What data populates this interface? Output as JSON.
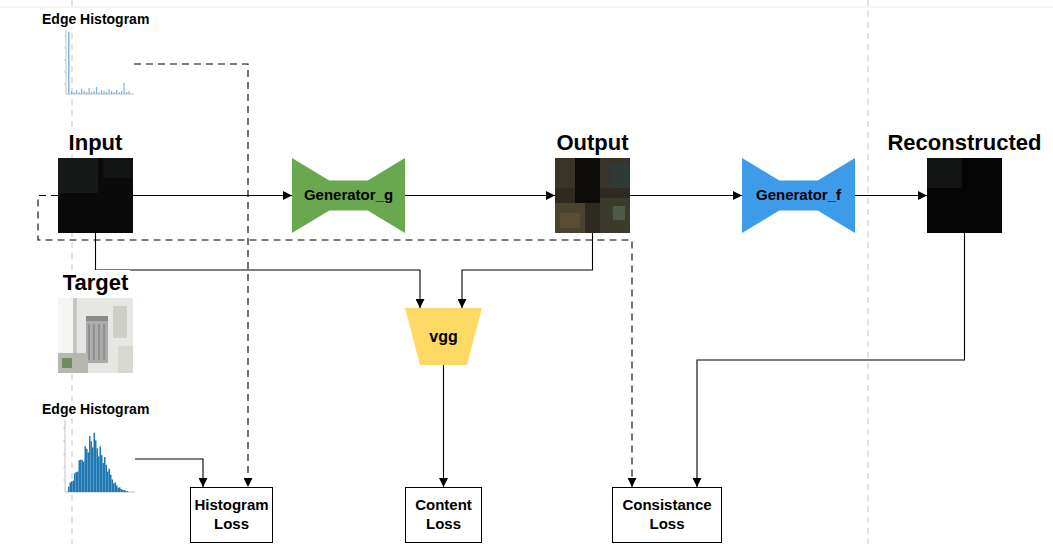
{
  "diagram": {
    "nodes": [
      {
        "text": [
          "Edge Histogram"
        ]
      },
      {
        "text": [
          "Input"
        ]
      },
      {
        "text": [
          "Generator_g"
        ]
      },
      {
        "text": [
          "Output"
        ]
      },
      {
        "text": [
          "Generator_f"
        ]
      },
      {
        "text": [
          "Reconstructed"
        ]
      },
      {
        "text": [
          "Target"
        ]
      },
      {
        "text": [
          "vgg"
        ]
      },
      {
        "text": [
          "Edge Histogram"
        ]
      },
      {
        "text": [
          "Histogram Loss"
        ]
      },
      {
        "text": [
          "Content Loss"
        ]
      },
      {
        "text": [
          "Consistance Loss"
        ]
      }
    ],
    "edges": [
      {
        "from": 1,
        "to": 2,
        "arrow": "to"
      },
      {
        "from": 2,
        "to": 3,
        "arrow": "to"
      },
      {
        "from": 3,
        "to": 4,
        "arrow": "to"
      },
      {
        "from": 4,
        "to": 5,
        "arrow": "to"
      },
      {
        "from": 1,
        "to": 7,
        "arrow": "to"
      },
      {
        "from": 3,
        "to": 7,
        "arrow": "to"
      },
      {
        "from": 7,
        "to": 10,
        "arrow": "to"
      },
      {
        "from": 5,
        "to": 11,
        "arrow": "to"
      },
      {
        "from": 0,
        "to": 9,
        "arrow": "to"
      },
      {
        "from": 8,
        "to": 9,
        "arrow": "to"
      },
      {
        "from": 1,
        "to": 11,
        "arrow": "to"
      }
    ]
  }
}
